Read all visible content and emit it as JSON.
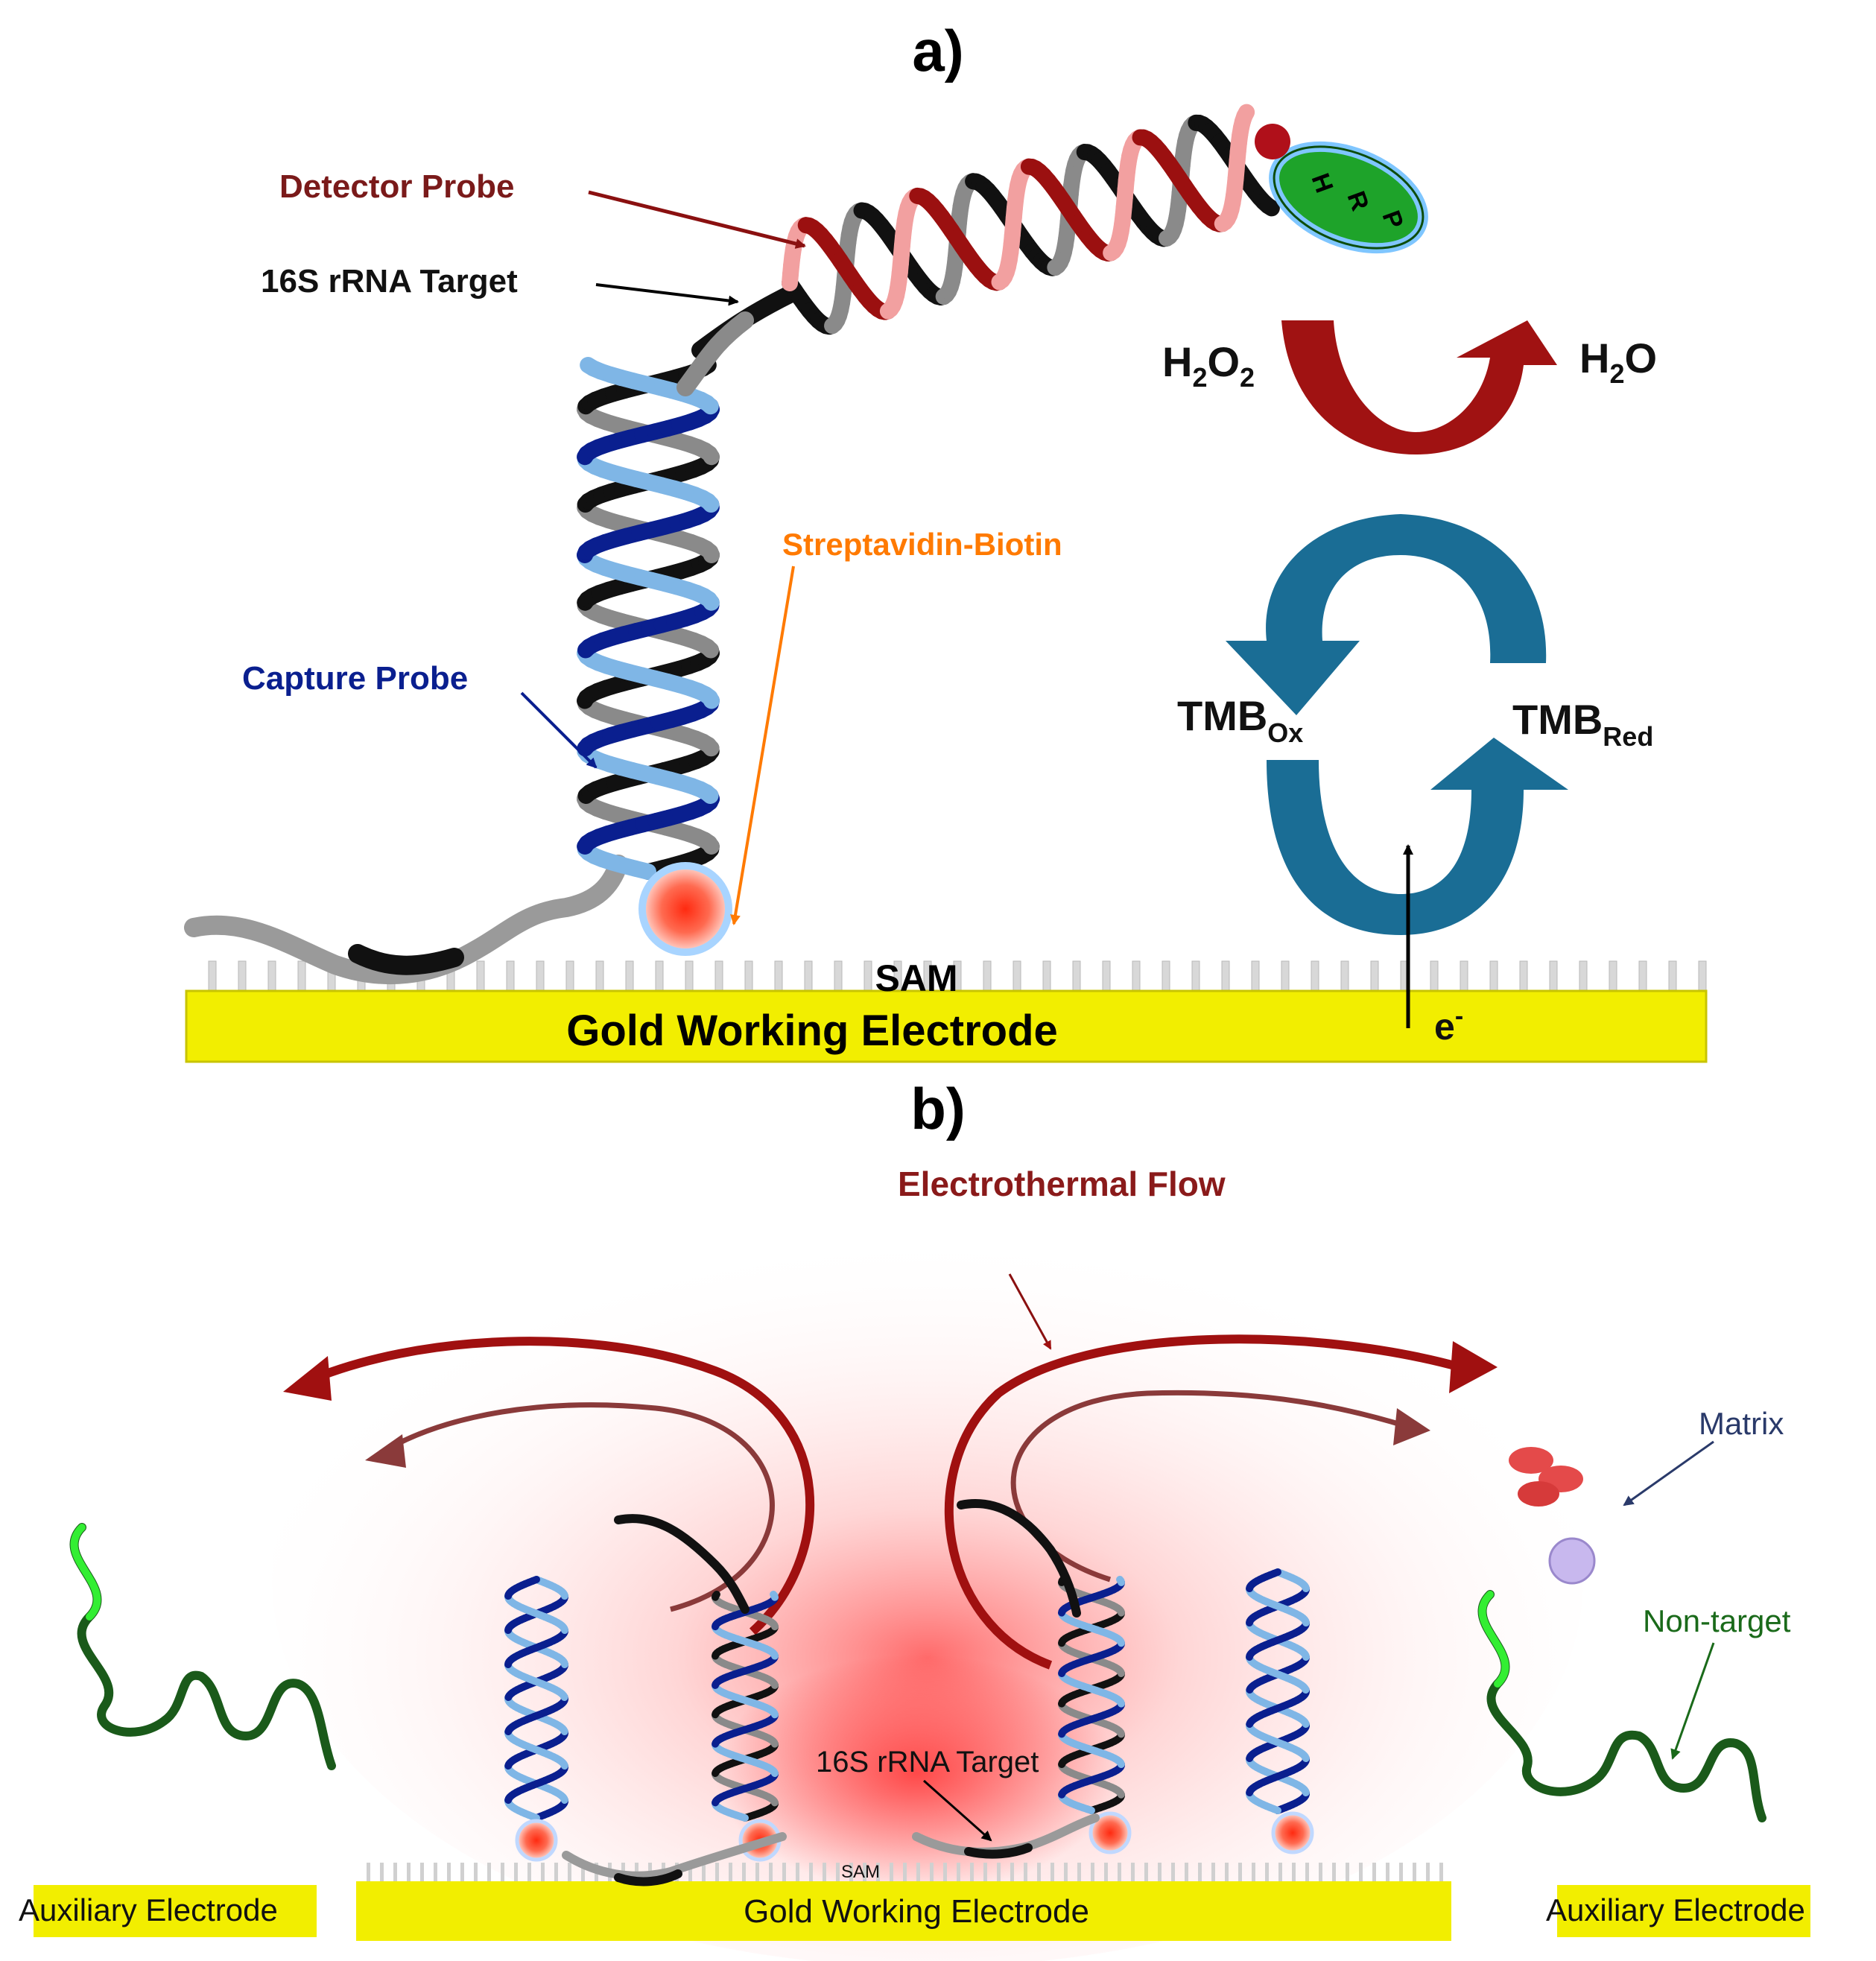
{
  "panel_a": {
    "label": "a)",
    "detector_probe": "Detector Probe",
    "target": "16S rRNA Target",
    "hrp": {
      "l1": "H",
      "l2": "R",
      "l3": "P"
    },
    "h2o2": {
      "base": "H",
      "sub1": "2",
      "mid": "O",
      "sub2": "2"
    },
    "h2o": {
      "base": "H",
      "sub": "2",
      "end": "O"
    },
    "streptavidin": "Streptavidin-Biotin",
    "capture_probe": "Capture Probe",
    "tmb_ox": {
      "base": "TMB",
      "sub": "Ox"
    },
    "tmb_red": {
      "base": "TMB",
      "sub": "Red"
    },
    "sam": "SAM",
    "electrode": "Gold Working Electrode",
    "electron": {
      "base": "e",
      "sup": "-"
    }
  },
  "panel_b": {
    "label": "b)",
    "flow": "Electrothermal Flow",
    "matrix": "Matrix",
    "non_target": "Non-target",
    "target": "16S rRNA Target",
    "sam": "SAM",
    "electrode": "Gold Working Electrode",
    "aux_left": "Auxiliary Electrode",
    "aux_right": "Auxiliary Electrode"
  },
  "colors": {
    "gold": "#f2ee00",
    "detector": "#9b1010",
    "capture_dark": "#0a1f8f",
    "capture_light": "#7fb6e6",
    "teal": "#1a6d95",
    "orange": "#ff7a00",
    "green": "#1ed81e"
  }
}
